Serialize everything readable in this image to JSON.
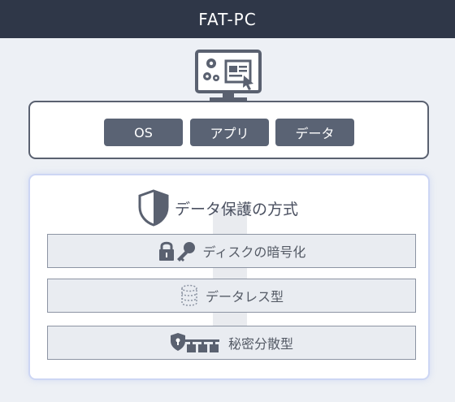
{
  "header": {
    "title": "FAT-PC"
  },
  "pc": {
    "chips": [
      "OS",
      "アプリ",
      "データ"
    ]
  },
  "protection": {
    "title": "データ保護の方式",
    "methods": [
      "ディスクの暗号化",
      "データレス型",
      "秘密分散型"
    ]
  },
  "colors": {
    "header_bg": "#2f3748",
    "chip_bg": "#5a6374",
    "page_bg": "#edf0f5",
    "icon": "#5a6170"
  }
}
